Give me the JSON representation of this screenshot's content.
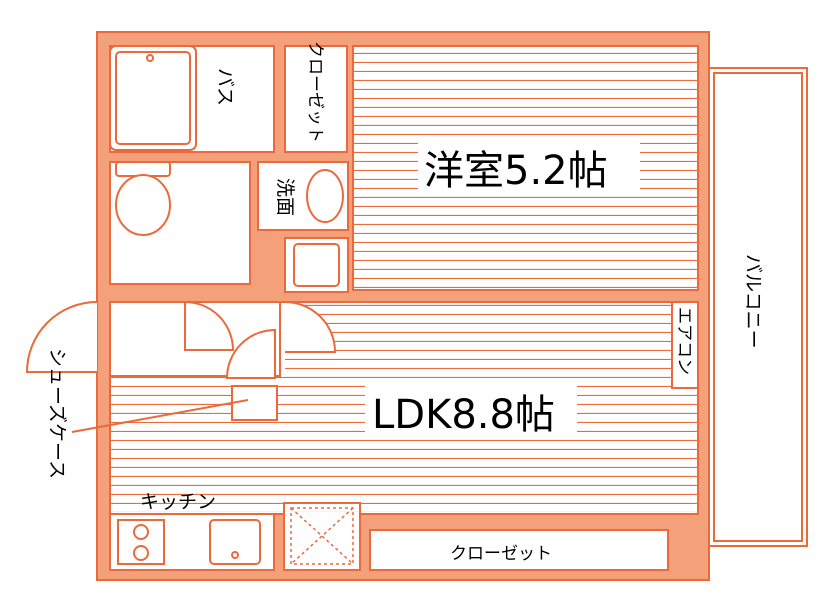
{
  "floorplan": {
    "line_color": "#ea6a3c",
    "room_fill": "#ffffff",
    "labels": {
      "western_room": "洋室5.2帖",
      "ldk": "LDK8.8帖",
      "bath": "バス",
      "closet_small": "クローゼット",
      "washroom": "洗面",
      "aircon": "エアコン",
      "balcony": "バルコニー",
      "shoes_case": "シューズケース",
      "kitchen": "キッチン",
      "closet_large": "クローゼット"
    }
  }
}
